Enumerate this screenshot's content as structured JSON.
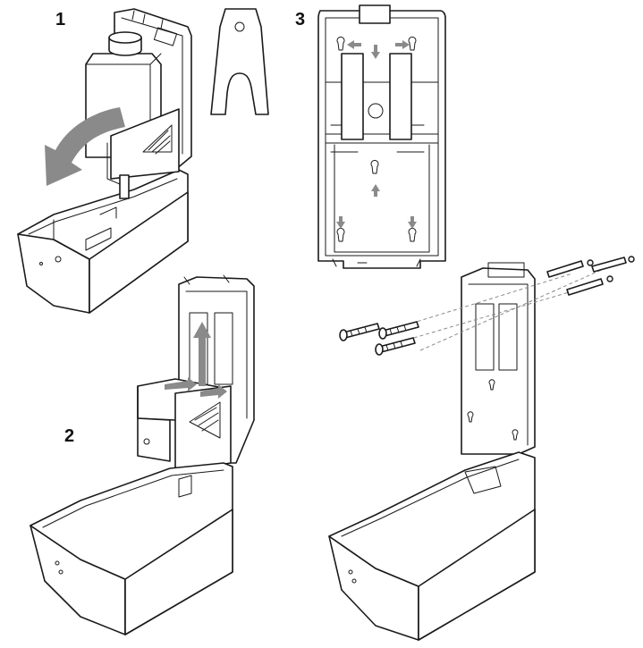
{
  "steps": [
    {
      "label": "1"
    },
    {
      "label": "2"
    },
    {
      "label": "3"
    }
  ],
  "colors": {
    "line": "#1a1a1a",
    "arrow": "#8a8a8a",
    "background": "#ffffff"
  },
  "icons": [
    "dispenser-open-icon",
    "refill-cartridge-icon",
    "wall-mount-key-icon",
    "backplate-icon",
    "screw-icon",
    "wall-plug-icon"
  ]
}
